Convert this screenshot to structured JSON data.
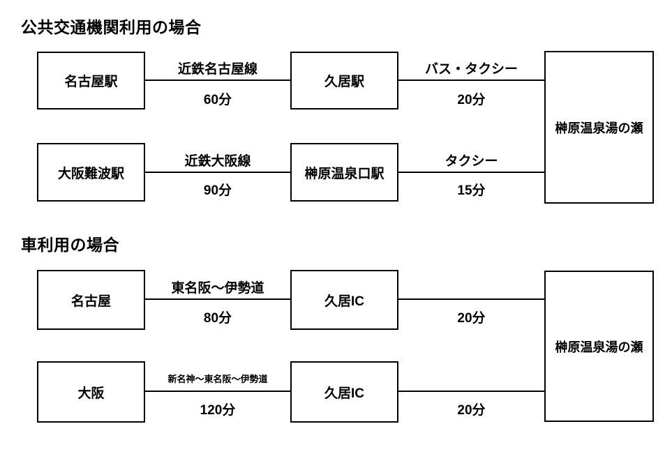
{
  "page": {
    "background_color": "#ffffff",
    "text_color": "#000000"
  },
  "sections": [
    {
      "title": "公共交通機関利用の場合",
      "destination": "榊原温泉湯の瀬",
      "rows": [
        {
          "from": "名古屋駅",
          "leg1_label": "近鉄名古屋線",
          "leg1_time": "60分",
          "mid": "久居駅",
          "leg2_label": "バス・タクシー",
          "leg2_time": "20分"
        },
        {
          "from": "大阪難波駅",
          "leg1_label": "近鉄大阪線",
          "leg1_time": "90分",
          "mid": "榊原温泉口駅",
          "leg2_label": "タクシー",
          "leg2_time": "15分"
        }
      ]
    },
    {
      "title": "車利用の場合",
      "destination": "榊原温泉湯の瀬",
      "rows": [
        {
          "from": "名古屋",
          "leg1_label": "東名阪～伊勢道",
          "leg1_time": "80分",
          "mid": "久居IC",
          "leg2_label": "",
          "leg2_time": "20分"
        },
        {
          "from": "大阪",
          "leg1_label": "新名神～東名阪～伊勢道",
          "leg1_time": "120分",
          "mid": "久居IC",
          "leg2_label": "",
          "leg2_time": "20分"
        }
      ]
    }
  ]
}
